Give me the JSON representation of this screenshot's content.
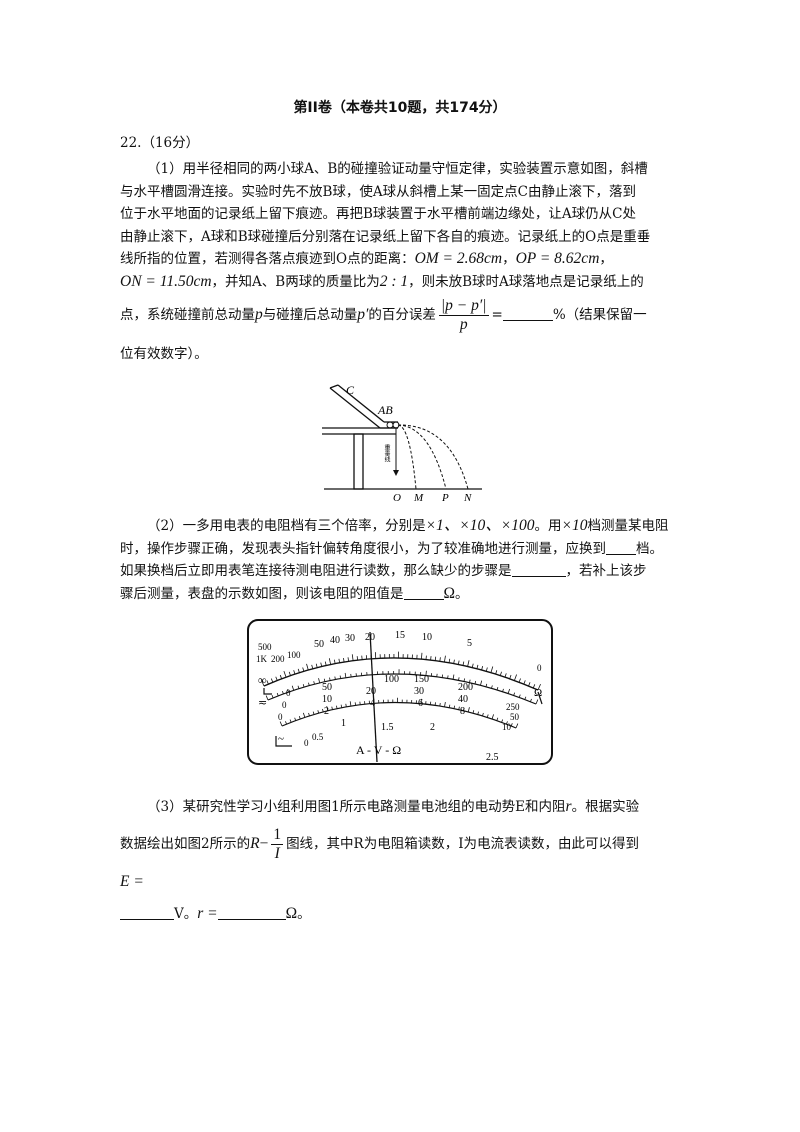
{
  "section_title": "第II卷（本卷共10题，共174分）",
  "q22_header": "22.（16分）",
  "part1": {
    "line1": "（1）用半径相同的两小球A、B的碰撞验证动量守恒定律，实验装置示意如图，斜槽",
    "line2": "与水平槽圆滑连接。实验时先不放B球，使A球从斜槽上某一固定点C由静止滚下，落到",
    "line3": "位于水平地面的记录纸上留下痕迹。再把B球装置于水平槽前端边缘处，让A球仍从C处",
    "line4": "由静止滚下，A球和B球碰撞后分别落在记录纸上留下各自的痕迹。记录纸上的O点是重垂",
    "line5a": "线所指的位置，若测得各落点痕迹到O点的距离：",
    "om": "OM = 2.68cm",
    "op": "OP = 8.62cm",
    "on": "ON = 11.50cm",
    "line6b": "，并知A、B两球的质量比为",
    "ratio": "2 : 1",
    "line6c": "，则未放B球时A球落地点是记录纸上的",
    "line7a": "点，系统碰撞前总动量",
    "p": "p",
    "line7b": "与碰撞后总动量",
    "p_prime": "p′",
    "line7c": "的百分误差",
    "frac_num": "|p − p′|",
    "frac_den": "p",
    "equals": "=",
    "line7d": "%（结果保留一",
    "line8": "位有效数字）。"
  },
  "fig1": {
    "label_c": "C",
    "label_ab": "AB",
    "plumb_text": "重垂线",
    "labels": [
      "O",
      "M",
      "P",
      "N"
    ]
  },
  "part2": {
    "line1a": "（2）一多用电表的电阻档有三个倍率，分别是",
    "multipliers": "×1、×10、×100",
    "line1b": "。用",
    "x10": "×10",
    "line1c": "档测量某电阻",
    "line2a": "时，操作步骤正确，发现表头指针偏转角度很小，为了较准确地进行测量，应换到",
    "line2b": "档。",
    "line3a": "如果换档后立即用表笔连接待测电阻进行读数，那么缺少的步骤是",
    "line3b": "，若补上该步",
    "line4a": "骤后测量，表盘的示数如图，则该电阻的阻值是",
    "ohm": "Ω",
    "line4b": "。"
  },
  "meter": {
    "ohm_scale": [
      "500",
      "1K",
      "200",
      "100",
      "50",
      "40",
      "30",
      "20",
      "15",
      "10",
      "5",
      "0"
    ],
    "inf": "∞",
    "omega": "Ω",
    "dc_scale_a": [
      "0",
      "50",
      "100",
      "150",
      "200",
      "250"
    ],
    "dc_scale_b": [
      "0",
      "10",
      "20",
      "30",
      "40",
      "50"
    ],
    "dc_scale_c": [
      "0",
      "2",
      "4",
      "6",
      "8",
      "10"
    ],
    "ac_scale": [
      "0",
      "0.5",
      "1",
      "1.5",
      "2",
      "2.5"
    ],
    "dc_symbol": "≂",
    "ac_symbol": "~",
    "footer": "A - V - Ω"
  },
  "part3": {
    "line1a": "（3）某研究性学习小组利用图1所示电路测量电池组的电动势E和内阻",
    "r": "r",
    "line1b": "。根据实验",
    "line2a": "数据绘出如图2所示的",
    "R": "R",
    "minus": "−",
    "one": "1",
    "I": "I",
    "line2b": "图线，其中R为电阻箱读数，I为电流表读数，由此可以得到",
    "E_eq": "E =",
    "line4a": "V。",
    "r_eq": "r =",
    "ohm": "Ω",
    "end": "。"
  }
}
